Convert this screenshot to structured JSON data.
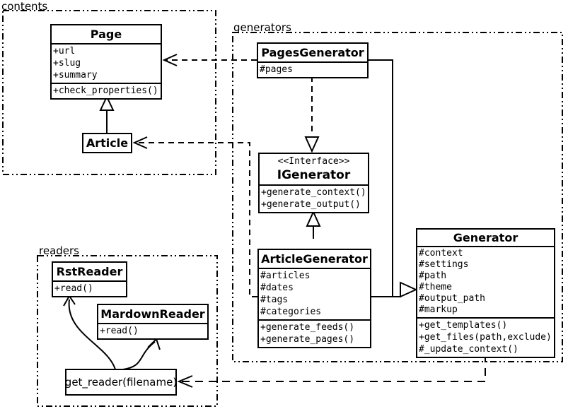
{
  "diagram": {
    "colors": {
      "line": "#000000",
      "background": "#ffffff"
    },
    "packages": {
      "contents": {
        "label": "contents"
      },
      "generators": {
        "label": "generators"
      },
      "readers": {
        "label": "readers"
      }
    },
    "classes": {
      "page": {
        "title": "Page",
        "attrs": [
          "+url",
          "+slug",
          "+summary"
        ],
        "methods": [
          "+check_properties()"
        ]
      },
      "article": {
        "title": "Article"
      },
      "pages_generator": {
        "title": "PagesGenerator",
        "attrs": [
          "#pages"
        ]
      },
      "igenerator": {
        "stereotype": "<<Interface>>",
        "title": "IGenerator",
        "methods": [
          "+generate_context()",
          "+generate_output()"
        ]
      },
      "article_generator": {
        "title": "ArticleGenerator",
        "attrs": [
          "#articles",
          "#dates",
          "#tags",
          "#categories"
        ],
        "methods": [
          "+generate_feeds()",
          "+generate_pages()"
        ]
      },
      "generator": {
        "title": "Generator",
        "attrs": [
          "#context",
          "#settings",
          "#path",
          "#theme",
          "#output_path",
          "#markup"
        ],
        "methods": [
          "+get_templates()",
          "+get_files(path,exclude)",
          "#_update_context()"
        ]
      },
      "rst_reader": {
        "title": "RstReader",
        "methods": [
          "+read()"
        ]
      },
      "mardown_reader": {
        "title": "MardownReader",
        "methods": [
          "+read()"
        ]
      },
      "get_reader": {
        "title": "get_reader(filename)"
      }
    }
  }
}
